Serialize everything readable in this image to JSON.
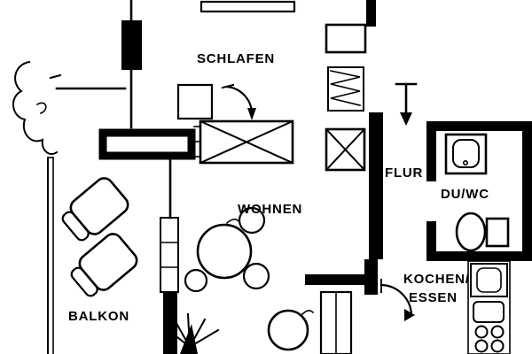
{
  "colors": {
    "ink": "#000000",
    "paper": "#ffffff"
  },
  "rooms": {
    "schlafen": {
      "label": "SCHLAFEN"
    },
    "wohnen": {
      "label": "WOHNEN"
    },
    "balkon": {
      "label": "BALKON"
    },
    "flur": {
      "label": "FLUR"
    },
    "du_wc": {
      "label": "DU/WC"
    },
    "kochen_essen": {
      "label_line1": "KOCHEN/",
      "label_line2": "ESSEN"
    }
  }
}
